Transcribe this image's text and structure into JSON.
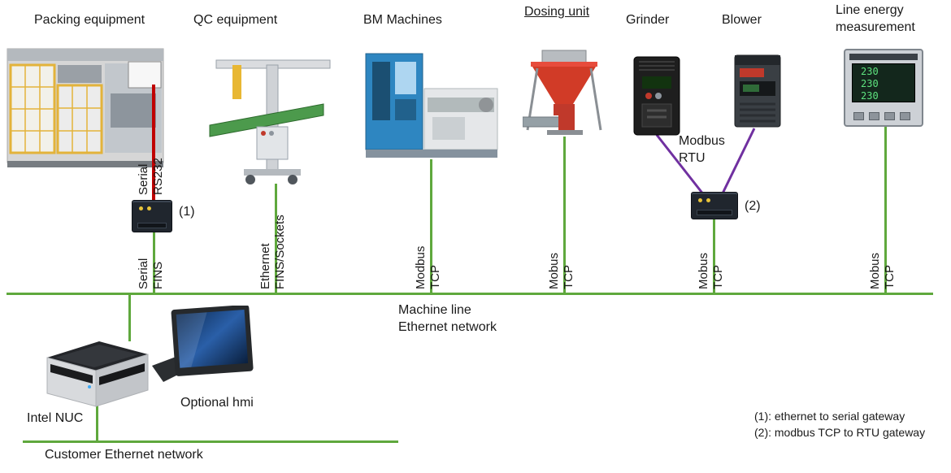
{
  "devices": {
    "packing": {
      "label": "Packing equipment"
    },
    "qc": {
      "label": "QC equipment"
    },
    "bm": {
      "label": "BM Machines"
    },
    "dosing": {
      "label": "Dosing unit"
    },
    "grinder": {
      "label": "Grinder"
    },
    "blower": {
      "label": "Blower"
    },
    "energy": {
      "label_line1": "Line energy",
      "label_line2": "measurement",
      "display": {
        "v1": "230",
        "v2": "230",
        "v3": "230"
      }
    }
  },
  "connections": {
    "packing_serial": {
      "line1": "Serial",
      "line2": "RS232"
    },
    "packing_bus": {
      "line1": "Serial",
      "line2": "FINS"
    },
    "qc_bus": {
      "line1": "Ethernet",
      "line2": "FINS/Sockets"
    },
    "bm_bus": {
      "line1": "Modbus",
      "line2": "TCP"
    },
    "dosing_bus": {
      "line1": "Mobus",
      "line2": "TCP"
    },
    "modbus_rtu": {
      "line1": "Modbus",
      "line2": "RTU"
    },
    "gw2_bus": {
      "line1": "Mobus",
      "line2": "TCP"
    },
    "energy_bus": {
      "line1": "Mobus",
      "line2": "TCP"
    }
  },
  "gateways": {
    "gw1_ref": "(1)",
    "gw2_ref": "(2)"
  },
  "network": {
    "bus_line1": "Machine line",
    "bus_line2": "Ethernet network",
    "customer_label": "Customer  Ethernet network"
  },
  "bottom": {
    "nuc_label": "Intel NUC",
    "hmi_label": "Optional hmi"
  },
  "notes": {
    "note1": "(1): ethernet to serial gateway",
    "note2": "(2): modbus TCP to RTU gateway"
  },
  "colors": {
    "ethernet_green": "#5fa83d",
    "serial_red": "#c00000",
    "rtu_purple": "#7030a0"
  }
}
